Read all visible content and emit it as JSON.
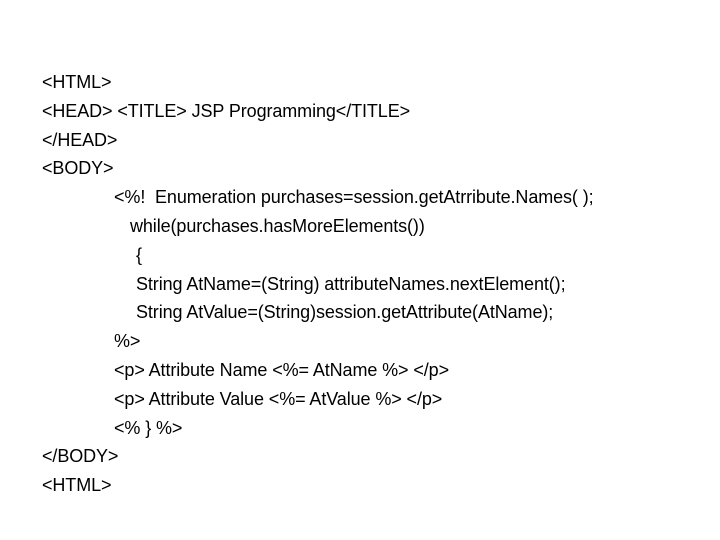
{
  "document": {
    "lines": [
      "<HTML>",
      "<HEAD> <TITLE> JSP Programming</TITLE>",
      "</HEAD>",
      "<BODY>",
      "<%!  Enumeration purchases=session.getAtrribute.Names( );",
      "while(purchases.hasMoreElements())",
      "{",
      "String AtName=(String) attributeNames.nextElement();",
      "String AtValue=(String)session.getAttribute(AtName);",
      "%>",
      "<p> Attribute Name <%= AtName %> </p>",
      "<p> Attribute Value <%= AtValue %> </p>",
      "<% } %>",
      "</BODY>",
      "<HTML>"
    ]
  }
}
